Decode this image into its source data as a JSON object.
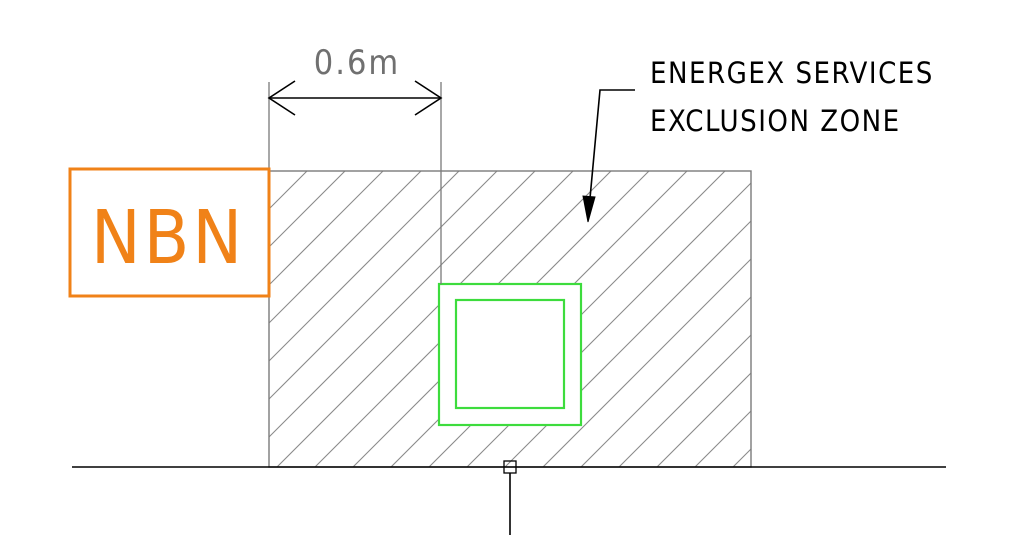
{
  "dimension": {
    "label": "0.6m"
  },
  "callout": {
    "line1": "ENERGEX SERVICES",
    "line2": "EXCLUSION ZONE"
  },
  "nbn_box": {
    "label": "NBN",
    "color": "#f08218"
  },
  "pit": {
    "color": "#3ddc3d"
  },
  "colors": {
    "hatch": "#8a8a8a",
    "zone_outline": "#7a7a7a",
    "ground_line": "#000000",
    "dimension": "#000000"
  }
}
